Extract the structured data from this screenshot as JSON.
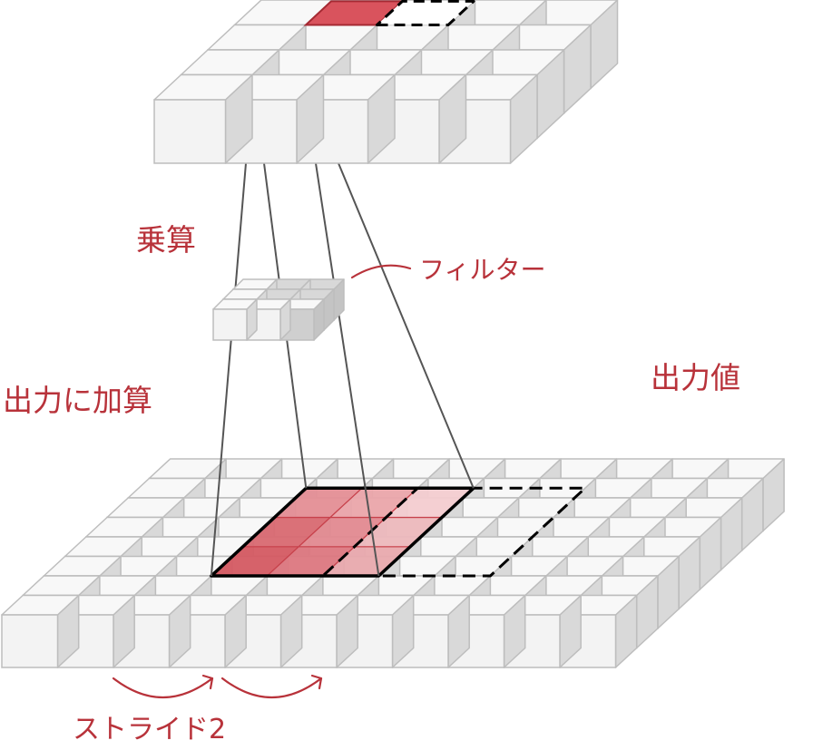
{
  "diagram": {
    "labels": {
      "multiply": "乗算",
      "filter": "フィルター",
      "add_to_output": "出力に加算",
      "output_value": "出力値",
      "stride": "ストライド2"
    },
    "input_grid": {
      "cols": 5,
      "rows": 4
    },
    "filter_grid": {
      "cols": 3,
      "rows": 3
    },
    "output_grid": {
      "cols": 11,
      "rows": 8
    },
    "colors": {
      "accent": "#b8323a",
      "cube_front": "#f3f3f3",
      "cube_top": "#f8f8f8",
      "cube_side": "#d9d9d9",
      "cube_edge": "#bdbdbd",
      "highlight_fill": "#d9535d",
      "connector": "#555555",
      "outline": "#000000"
    }
  }
}
